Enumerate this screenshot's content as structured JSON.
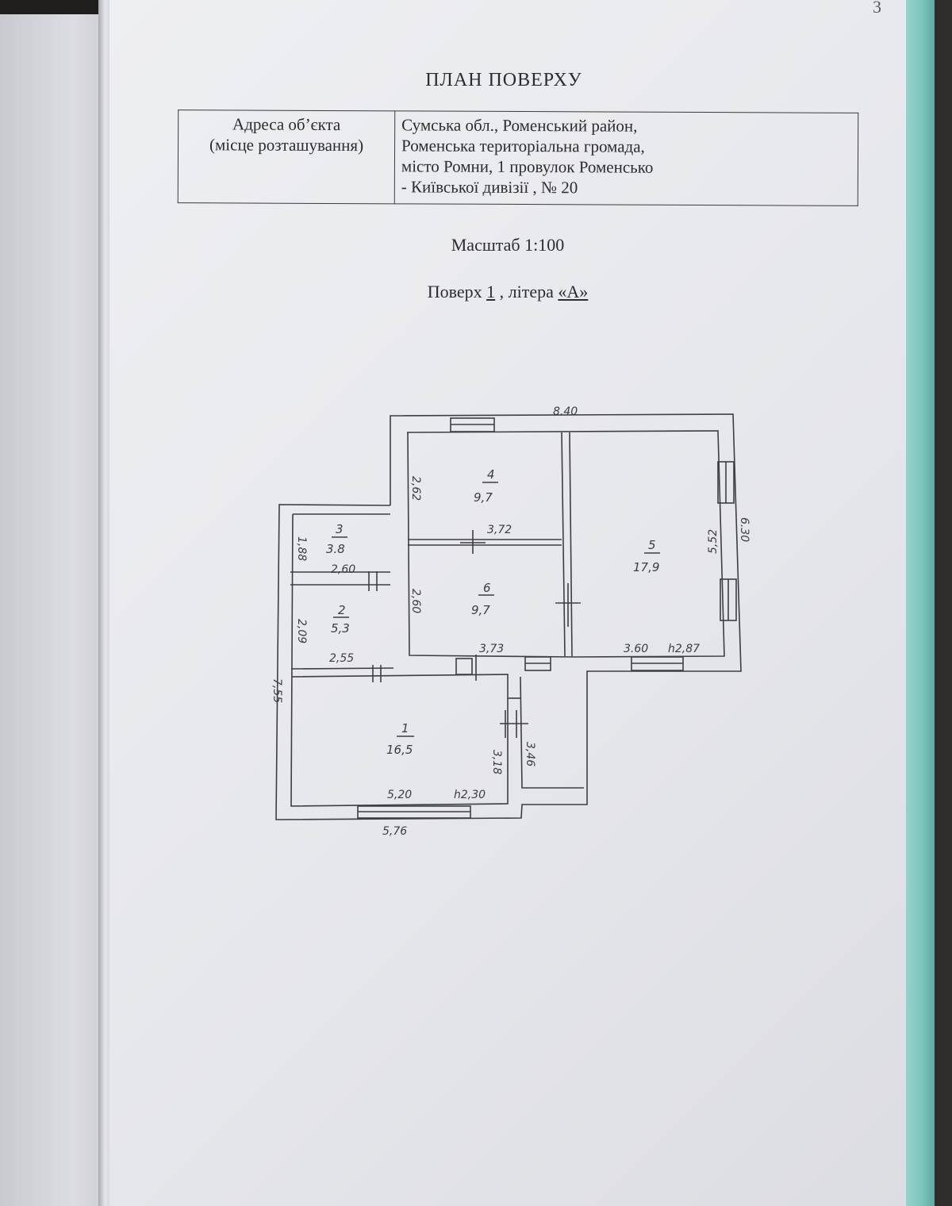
{
  "page_number": "3",
  "title": "ПЛАН ПОВЕРХУ",
  "address": {
    "label_lines": [
      "Адреса об’єкта",
      "(місце розташування)"
    ],
    "value_lines": [
      "Сумська обл., Роменський район,",
      "Роменська територіальна громада,",
      "місто  Ромни,  1 провулок Роменсько",
      "- Київської дивізії , № 20"
    ]
  },
  "scale": "Масштаб 1:100",
  "floor": {
    "prefix": "Поверх",
    "number": "1",
    "separator": ", літера",
    "letter": "«А»"
  },
  "plan": {
    "rooms": [
      {
        "id": "1",
        "area": "16,5"
      },
      {
        "id": "2",
        "area": "5,3"
      },
      {
        "id": "3",
        "area": "3.8"
      },
      {
        "id": "4",
        "area": "9,7"
      },
      {
        "id": "5",
        "area": "17,9"
      },
      {
        "id": "6",
        "area": "9,7"
      }
    ],
    "dimensions": {
      "top_width": "8.40",
      "bottom_width": "5,76",
      "left_height": "7,55",
      "right_height": "6.30",
      "room5_height": "5,52",
      "room5_width": "3.60",
      "room5_ceiling": "h2,87",
      "room4_height": "2,62",
      "room4_width": "3,72",
      "room6_height": "2,60",
      "room6_width": "3,73",
      "room3_height": "1,88",
      "room3_width": "2,60",
      "room2_height": "2,09",
      "room2_width": "2,55",
      "room1_height": "3,18",
      "room1_width": "5,20",
      "room1_ceiling": "h2,30",
      "porch_height": "3,46"
    }
  }
}
